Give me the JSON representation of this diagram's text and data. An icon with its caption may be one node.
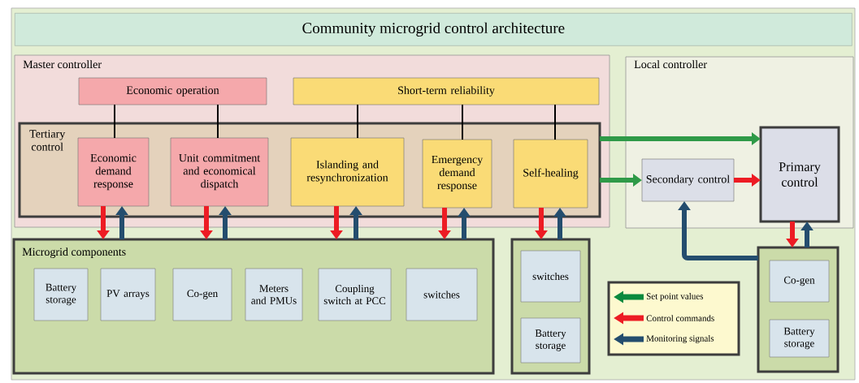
{
  "diagram": {
    "title": "Community microgrid control architecture",
    "nodes": [
      {
        "text": [
          "Master controller"
        ]
      },
      {
        "text": [
          "Economic operation"
        ],
        "in": 0
      },
      {
        "text": [
          "Short-term reliability"
        ],
        "in": 0
      },
      {
        "text": [
          "Tertiary control"
        ],
        "in": 0
      },
      {
        "text": [
          "Economic demand response"
        ],
        "in": 3
      },
      {
        "text": [
          "Unit commitment and economical dispatch"
        ],
        "in": 3
      },
      {
        "text": [
          "Islanding and resynchronization"
        ],
        "in": 3
      },
      {
        "text": [
          "Emergency demand response"
        ],
        "in": 3
      },
      {
        "text": [
          "Self-healing"
        ],
        "in": 3
      },
      {
        "text": [
          "Local controller"
        ]
      },
      {
        "text": [
          "Secondary control"
        ],
        "in": 9
      },
      {
        "text": [
          "Primary control"
        ],
        "in": 9
      },
      {
        "text": [
          "Microgrid components"
        ]
      },
      {
        "text": [
          "Battery storage"
        ],
        "in": 12
      },
      {
        "text": [
          "PV arrays"
        ],
        "in": 12
      },
      {
        "text": [
          "Co-gen"
        ],
        "in": 12
      },
      {
        "text": [
          "Meters and PMUs"
        ],
        "in": 12
      },
      {
        "text": [
          "Coupling switch at PCC"
        ],
        "in": 12
      },
      {
        "text": [
          "switches"
        ],
        "in": 12
      },
      {
        "text": [],
        "shape": "box"
      },
      {
        "text": [
          "switches"
        ],
        "in": 19
      },
      {
        "text": [
          "Battery storage"
        ],
        "in": 19
      },
      {
        "text": [],
        "shape": "box"
      },
      {
        "text": [
          "Co-gen"
        ],
        "in": 22
      },
      {
        "text": [
          "Battery storage"
        ],
        "in": 22
      }
    ],
    "edges": [
      {
        "from": 1,
        "to": 4,
        "arrow": "none",
        "color": "#000000"
      },
      {
        "from": 1,
        "to": 5,
        "arrow": "none",
        "color": "#000000"
      },
      {
        "from": 2,
        "to": 6,
        "arrow": "none",
        "color": "#000000"
      },
      {
        "from": 2,
        "to": 7,
        "arrow": "none",
        "color": "#000000"
      },
      {
        "from": 2,
        "to": 8,
        "arrow": "none",
        "color": "#000000"
      },
      {
        "from": 4,
        "to": 12,
        "arrow": "to",
        "color": "#ed1c24"
      },
      {
        "from": 12,
        "to": 4,
        "arrow": "to",
        "color": "#244d6e"
      },
      {
        "from": 5,
        "to": 12,
        "arrow": "to",
        "color": "#ed1c24"
      },
      {
        "from": 12,
        "to": 5,
        "arrow": "to",
        "color": "#244d6e"
      },
      {
        "from": 6,
        "to": 12,
        "arrow": "to",
        "color": "#ed1c24"
      },
      {
        "from": 12,
        "to": 6,
        "arrow": "to",
        "color": "#244d6e"
      },
      {
        "from": 7,
        "to": 12,
        "arrow": "to",
        "color": "#ed1c24"
      },
      {
        "from": 12,
        "to": 7,
        "arrow": "to",
        "color": "#244d6e"
      },
      {
        "from": 8,
        "to": 19,
        "arrow": "to",
        "color": "#ed1c24"
      },
      {
        "from": 19,
        "to": 8,
        "arrow": "to",
        "color": "#244d6e"
      },
      {
        "from": 3,
        "to": 11,
        "arrow": "to",
        "color": "#2f9a48"
      },
      {
        "from": 3,
        "to": 10,
        "arrow": "to",
        "color": "#2f9a48"
      },
      {
        "from": 10,
        "to": 11,
        "arrow": "to",
        "color": "#ed1c24"
      },
      {
        "from": 11,
        "to": 22,
        "arrow": "to",
        "color": "#ed1c24"
      },
      {
        "from": 22,
        "to": 11,
        "arrow": "to",
        "color": "#244d6e"
      },
      {
        "from": 22,
        "to": 10,
        "arrow": "to",
        "color": "#244d6e"
      }
    ],
    "legend": [
      {
        "text": "Set point values"
      },
      {
        "text": "Control commands"
      },
      {
        "text": "Monitoring signals"
      }
    ]
  }
}
